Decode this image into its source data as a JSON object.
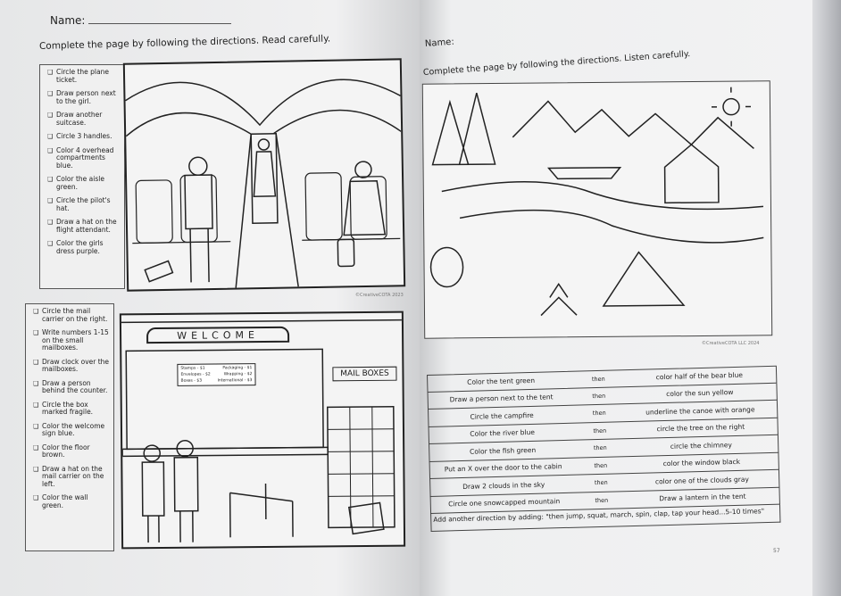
{
  "left_page": {
    "name_label": "Name:",
    "instructions": "Complete the page by following the directions. Read carefully.",
    "airplane_tasks": [
      "Circle the plane ticket.",
      "Draw person next to the girl.",
      "Draw another suitcase.",
      "Circle 3 handles.",
      "Color 4 overhead compartments blue.",
      "Color the aisle green.",
      "Circle the pilot's hat.",
      "Draw a hat on the flight attendant.",
      "Color the girls dress purple."
    ],
    "post_office_tasks": [
      "Circle the mail carrier on the right.",
      "Write numbers 1-15 on the small mailboxes.",
      "Draw clock over the mailboxes.",
      "Draw a person behind the counter.",
      "Circle the box marked fragile.",
      "Color the welcome sign blue.",
      "Color the floor brown.",
      "Draw a hat on the mail carrier on the left.",
      "Color the wall green."
    ],
    "welcome_sign": "WELCOME",
    "prices": [
      "Stamps - $1",
      "Packaging - $1",
      "Envelopes - $2",
      "Wrapping - $2",
      "Boxes - $3",
      "International - $3"
    ],
    "mailboxes_sign": "MAIL BOXES",
    "copyright": "©CreativeCOTA 2023"
  },
  "right_page": {
    "name_label": "Name:",
    "instructions": "Complete the page by following the directions. Listen carefully.",
    "copyright": "©CreativeCOTA LLC 2024",
    "page_number": "57",
    "directions": [
      {
        "first": "Color the tent green",
        "then": "then",
        "second": "color half of the bear blue"
      },
      {
        "first": "Draw a person next to the tent",
        "then": "then",
        "second": "color the sun yellow"
      },
      {
        "first": "Circle the campfire",
        "then": "then",
        "second": "underline the canoe with orange"
      },
      {
        "first": "Color the river blue",
        "then": "then",
        "second": "circle the tree on the right"
      },
      {
        "first": "Color the fish green",
        "then": "then",
        "second": "circle the chimney"
      },
      {
        "first": "Put an X over the door to the cabin",
        "then": "then",
        "second": "color the window black"
      },
      {
        "first": "Draw 2 clouds in the sky",
        "then": "then",
        "second": "color one of the clouds gray"
      },
      {
        "first": "Circle one snowcapped mountain",
        "then": "then",
        "second": "Draw a lantern in the tent"
      }
    ],
    "footer": "Add another direction by adding: \"then jump, squat, march, spin, clap, tap your head...5-10 times\""
  }
}
